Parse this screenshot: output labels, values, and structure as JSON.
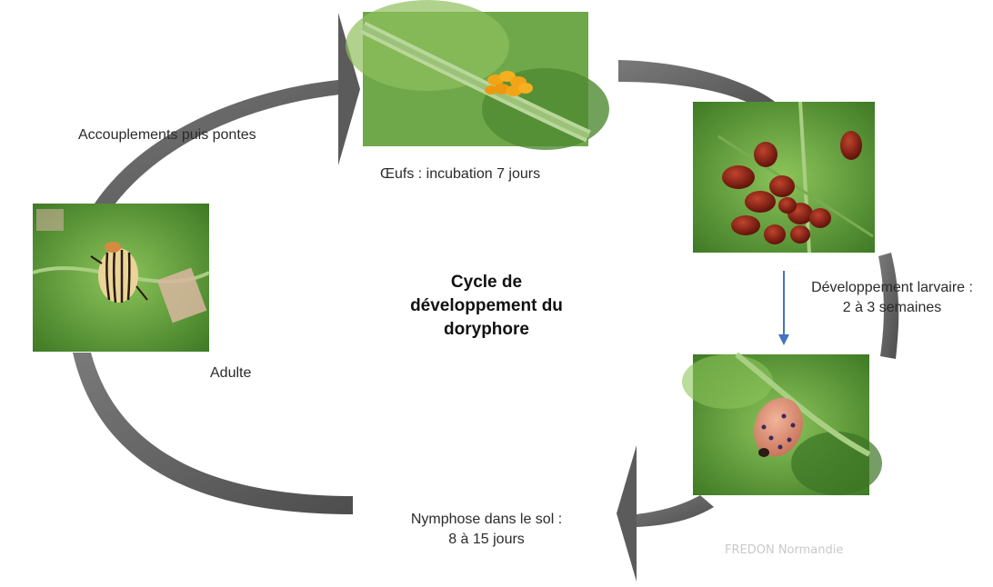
{
  "diagram": {
    "title_lines": [
      "Cycle de",
      "développement du",
      "doryphore"
    ],
    "stages": {
      "eggs": {
        "label": "Œufs : incubation 7 jours"
      },
      "larvae": {
        "label_lines": [
          "Développement larvaire :",
          "2 à 3 semaines"
        ]
      },
      "pupa": {
        "label_lines": [
          "Nymphose dans le sol :",
          "8 à 15 jours"
        ]
      },
      "adult": {
        "label": "Adulte"
      },
      "mating": {
        "label": "Accouplements puis pontes"
      }
    },
    "credit": "FREDON Normandie"
  },
  "colors": {
    "arrow": "#5b5b5b",
    "small_arrow": "#4472c4",
    "leaf": "#5f9a3a",
    "egg": "#f2a417",
    "larva": "#8b1f12",
    "beetle_stripe": "#f0e0b0"
  },
  "icons": [
    "cycle-arrow",
    "down-arrow"
  ]
}
